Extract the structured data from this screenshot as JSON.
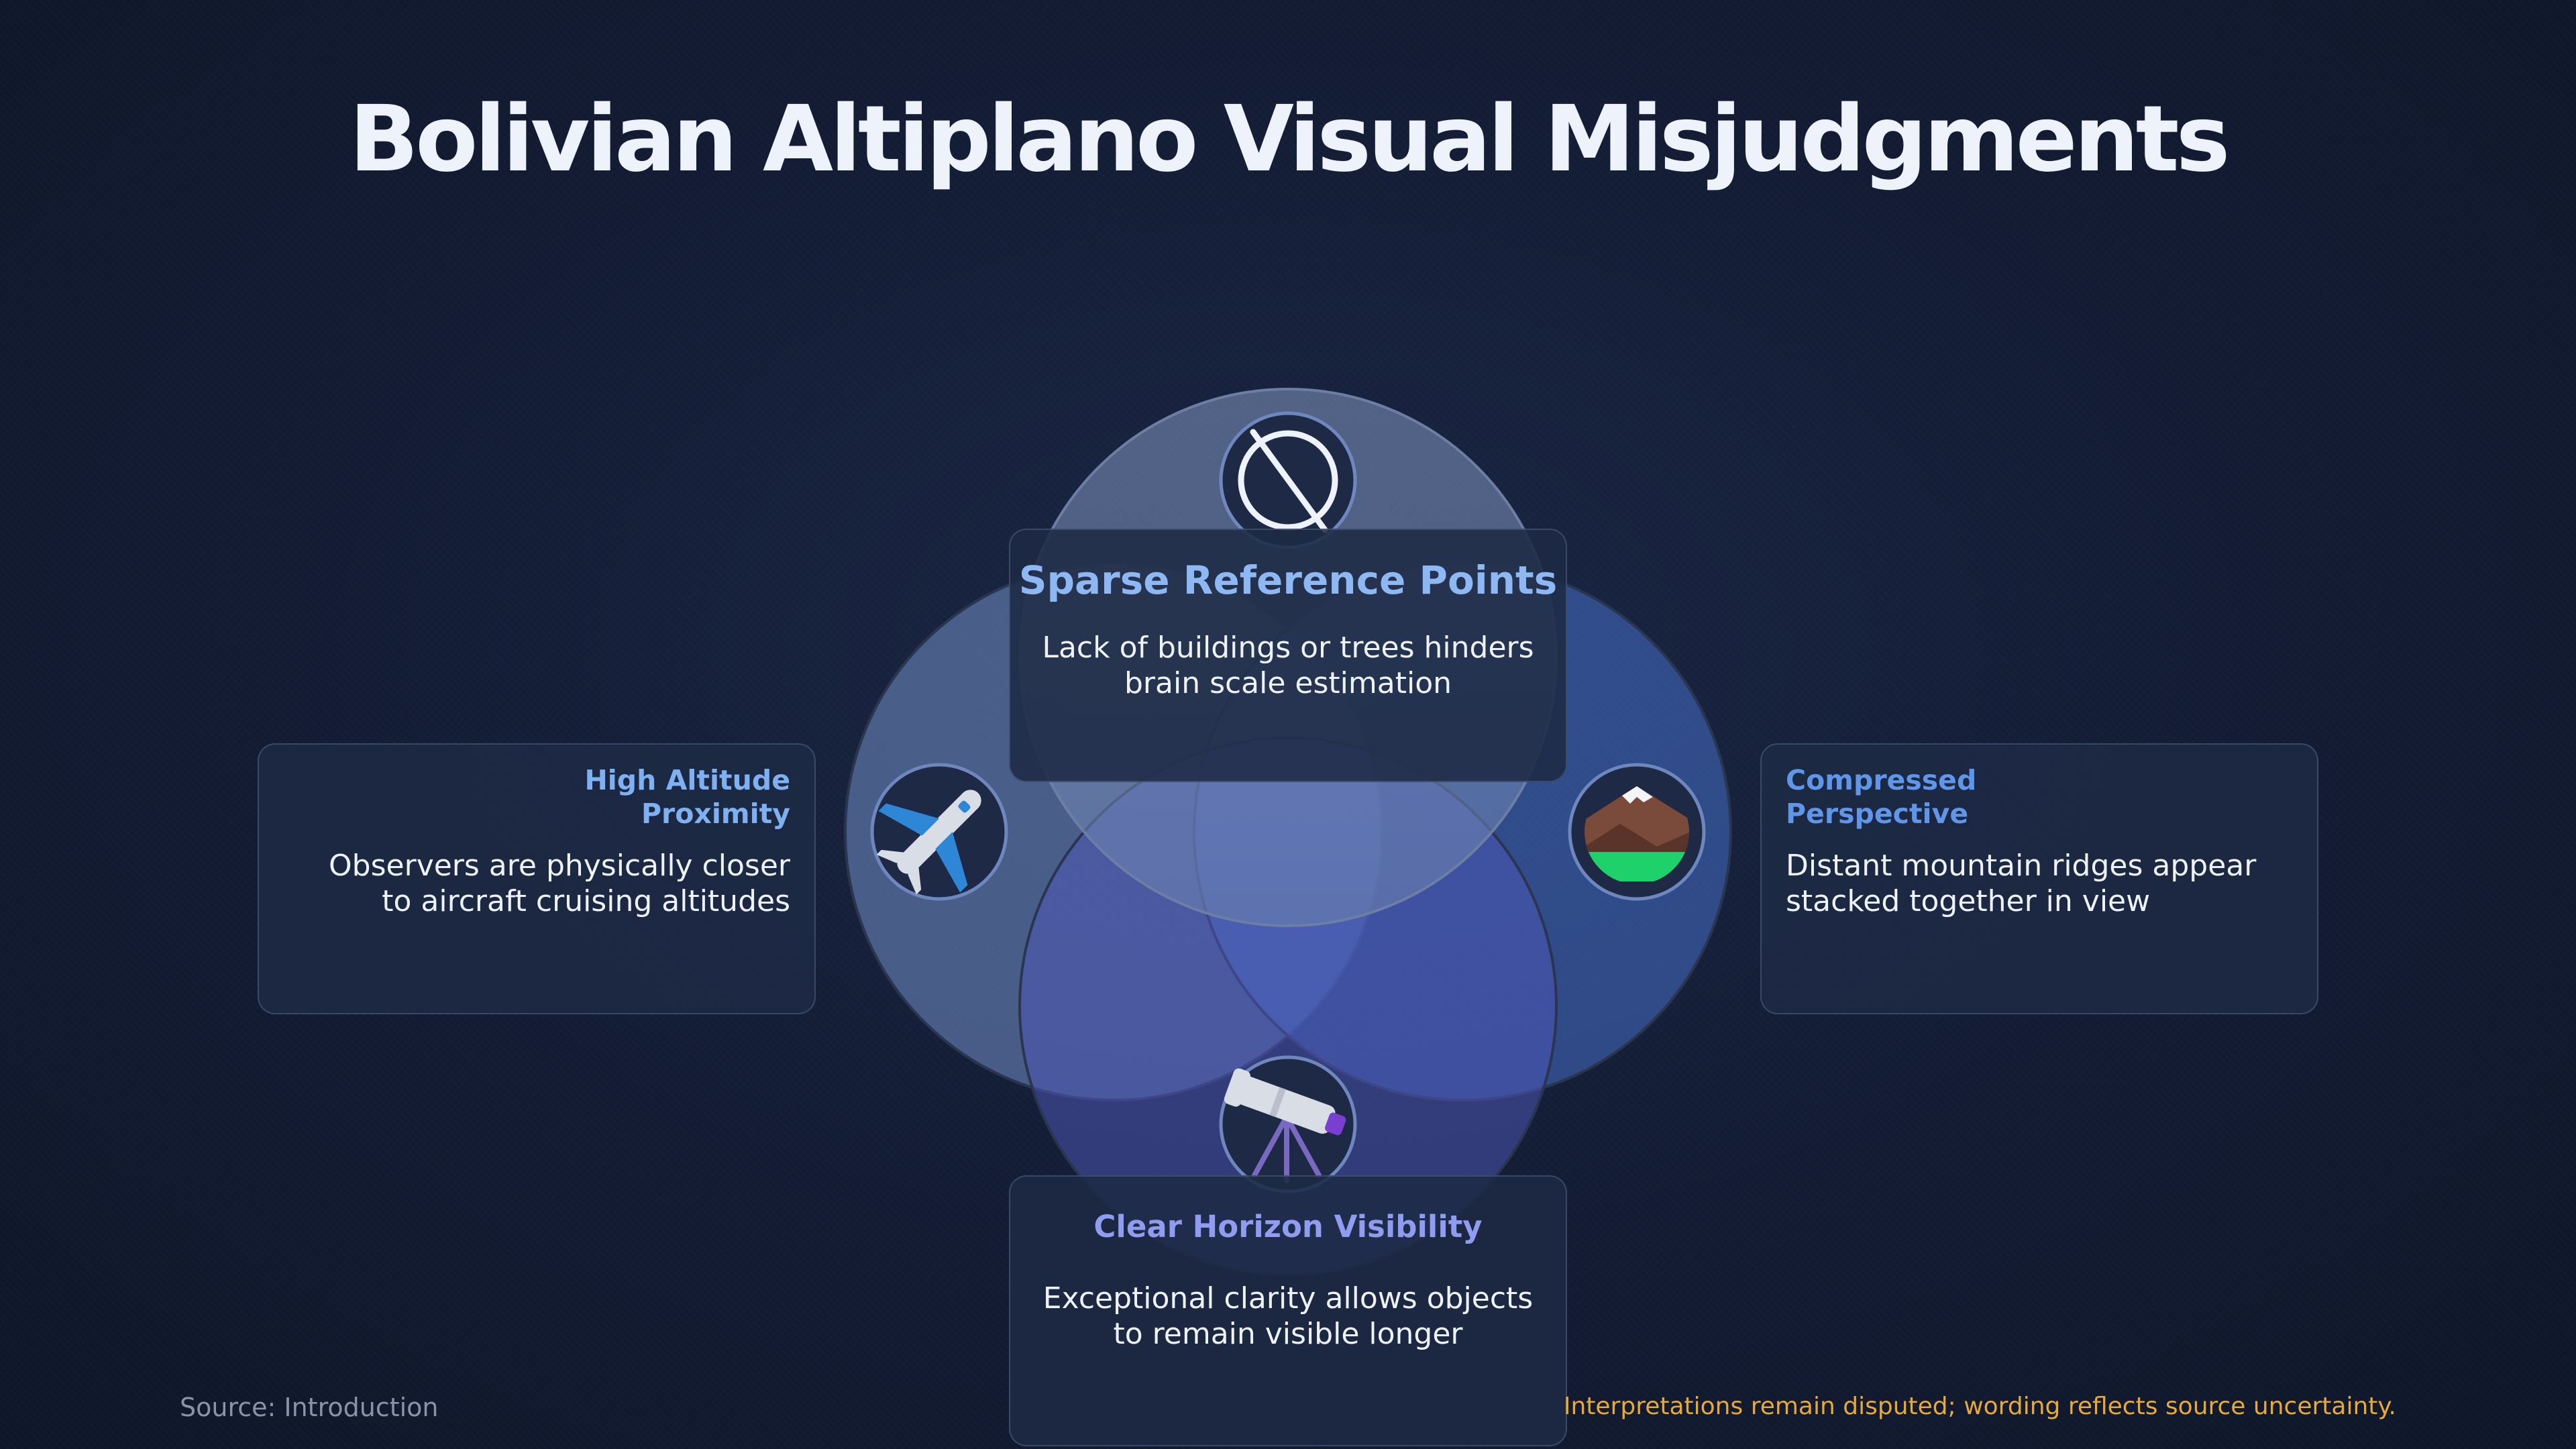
{
  "title": "Bolivian Altiplano Visual Misjudgments",
  "colors": {
    "background": "#111a30",
    "circle_top": "#6f85b0",
    "circle_left": "#6782b8",
    "circle_right": "#4670c8",
    "circle_bottom": "#4c56b4",
    "heading_top": "#8eb8f4",
    "heading_left": "#7fb0f2",
    "heading_right": "#5f96ea",
    "heading_bottom": "#8f9cf0",
    "disclaimer": "#e6a93a"
  },
  "sections": {
    "top": {
      "heading": "Sparse Reference Points",
      "body_line1": "Lack of buildings or trees hinders",
      "body_line2": "brain scale estimation",
      "icon": "no-symbol-icon"
    },
    "left": {
      "heading_line1": "High Altitude",
      "heading_line2": "Proximity",
      "body_line1": "Observers are physically closer",
      "body_line2": "to aircraft cruising altitudes",
      "icon": "airplane-icon"
    },
    "right": {
      "heading_line1": "Compressed",
      "heading_line2": "Perspective",
      "body_line1": "Distant mountain ridges appear",
      "body_line2": "stacked together in view",
      "icon": "mountain-icon"
    },
    "bottom": {
      "heading": "Clear Horizon Visibility",
      "body_line1": "Exceptional clarity allows objects",
      "body_line2": "to remain visible longer",
      "icon": "telescope-icon"
    }
  },
  "footer": {
    "source": "Source: Introduction",
    "disclaimer": "Interpretations remain disputed; wording reflects source uncertainty."
  }
}
